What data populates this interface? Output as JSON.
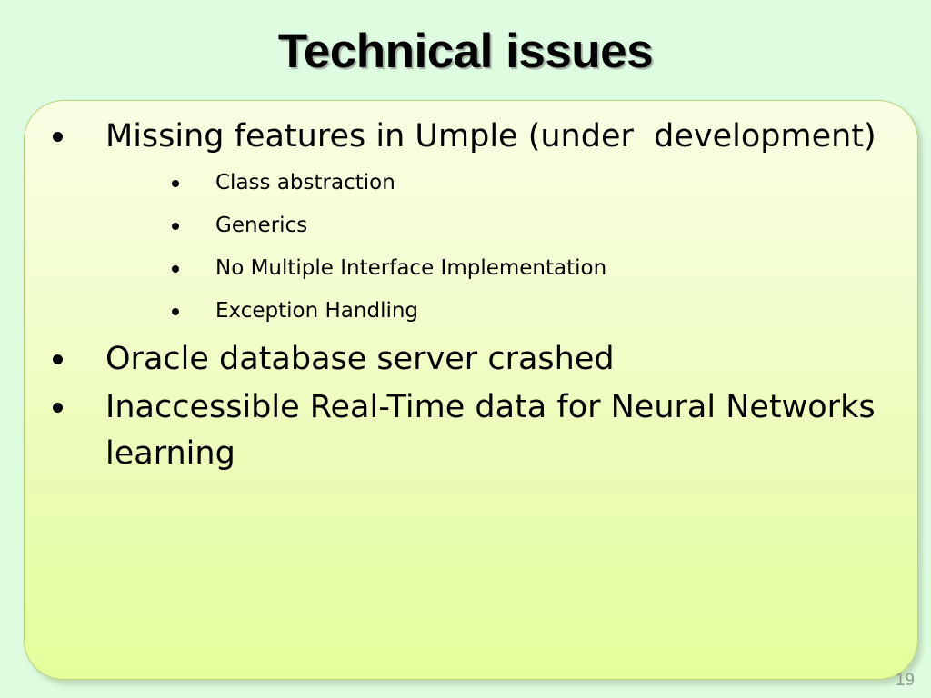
{
  "slide": {
    "title": "Technical issues",
    "slide_number": "19",
    "background_color": "#ddfce0",
    "content_box": {
      "border_color": "#b9d07c",
      "gradient_top": "#f9ffe3",
      "gradient_bottom": "#e3ff9b"
    },
    "text_color": "#000000",
    "slide_number_color": "#8a9a8a",
    "bullets": [
      {
        "level": 1,
        "text": "Missing features in Umple (under  development)",
        "children": [
          {
            "level": 2,
            "text": "Class abstraction"
          },
          {
            "level": 2,
            "text": "Generics"
          },
          {
            "level": 2,
            "text": "No Multiple Interface Implementation"
          },
          {
            "level": 2,
            "text": "Exception Handling"
          }
        ]
      },
      {
        "level": 1,
        "text": "Oracle database server crashed",
        "children": []
      },
      {
        "level": 1,
        "text": "Inaccessible Real-Time data for Neural Networks learning",
        "children": []
      }
    ]
  }
}
